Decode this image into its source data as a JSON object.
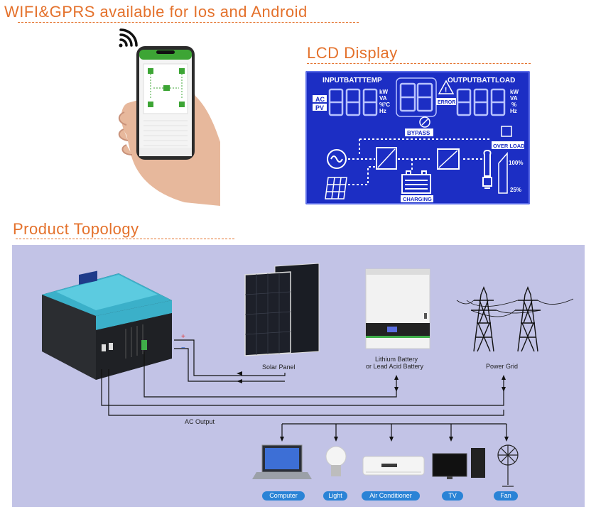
{
  "headings": {
    "wifi": "WIFI&GPRS available for Ios and Android",
    "lcd": "LCD Display",
    "topology": "Product Topology"
  },
  "lcd": {
    "input_label": "INPUTBATTTEMP",
    "output_label": "OUTPUTBATTLOAD",
    "ac": "AC",
    "pv": "PV",
    "units_left": [
      "kW",
      "VA",
      "%",
      "Hz"
    ],
    "units_right": [
      "kW",
      "VA",
      "%",
      "Hz"
    ],
    "deg": "°C",
    "error": "ERROR",
    "bypass": "BYPASS",
    "overload": "OVER LOAD",
    "charging": "CHARGING",
    "pct_high": "100%",
    "pct_low": "25%"
  },
  "topology": {
    "solar_panel": "Solar Panel",
    "battery_line1": "Lithium Battery",
    "battery_line2": "or Lead Acid Battery",
    "power_grid": "Power Grid",
    "ac_output": "AC Output",
    "plus": "+",
    "minus": "−",
    "loads": [
      "Computer",
      "Light",
      "Air Conditioner",
      "TV",
      "Fan"
    ]
  },
  "colors": {
    "accent_orange": "#e4712b",
    "lcd_blue": "#1c2ec4",
    "topology_bg": "#c2c3e6",
    "pill_blue": "#2a83d6"
  }
}
